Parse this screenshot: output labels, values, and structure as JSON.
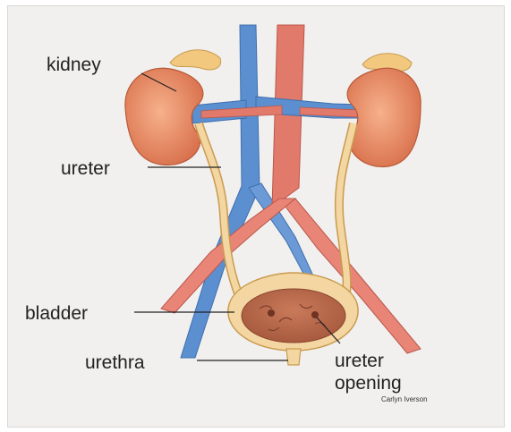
{
  "labels": {
    "kidney": "kidney",
    "ureter": "ureter",
    "bladder": "bladder",
    "urethra": "urethra",
    "ureter_opening_line1": "ureter",
    "ureter_opening_line2": "opening"
  },
  "credit": "Carlyn Iverson",
  "colors": {
    "background": "#f1f0ee",
    "kidney": "#e9916a",
    "artery": "#e27a6c",
    "vein": "#5b8fd0",
    "ureter": "#f3d6a1",
    "bladder": "#d98a6a"
  }
}
